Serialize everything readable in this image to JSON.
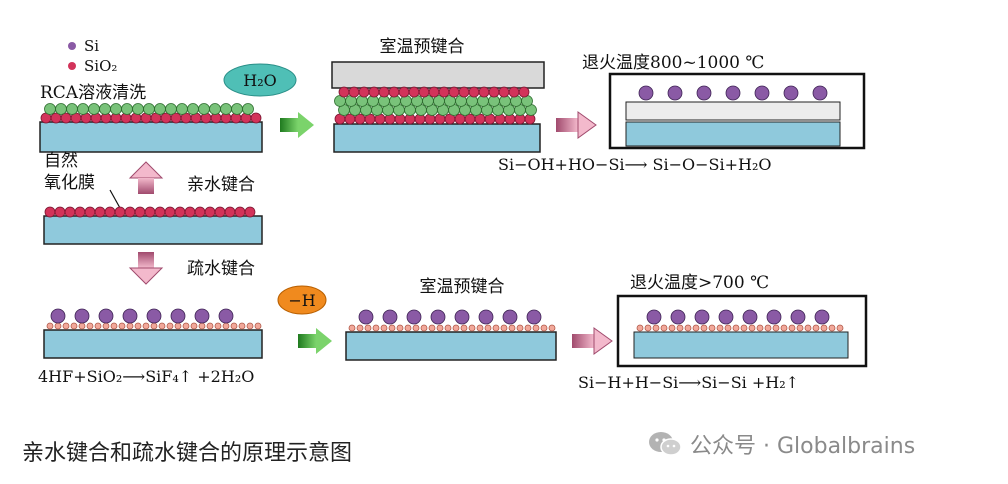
{
  "legend": {
    "si_label": "Si",
    "sio2_label": "SiO₂"
  },
  "left_top": {
    "rca_label": "RCA溶液清洗",
    "h2o_bubble": "H₂O"
  },
  "top_middle": {
    "title": "室温预键合"
  },
  "top_right": {
    "title": "退火温度800~1000 ℃",
    "equation": "Si−OH+HO−Si⟶ Si−O−Si+H₂O"
  },
  "center_left": {
    "oxide_label_1": "自然",
    "oxide_label_2": "氧化膜",
    "hydrophilic": "亲水键合",
    "hydrophobic": "疏水键合"
  },
  "bottom_left": {
    "h_bubble": "−H",
    "equation": "4HF+SiO₂⟶SiF₄↑ +2H₂O"
  },
  "bottom_middle": {
    "title": "室温预键合"
  },
  "bottom_right": {
    "title": "退火温度>700 ℃",
    "equation": "Si−H+H−Si⟶Si−Si +H₂↑"
  },
  "caption": "亲水键合和疏水键合的原理示意图",
  "watermark": "公众号 · Globalbrains",
  "colors": {
    "substrate": "#8fc9dc",
    "si_atom": "#8a5aa5",
    "sio2_atom": "#d2335a",
    "green_atom": "#79c27a",
    "h_atom": "#f2a89a",
    "bubble_teal": "#4fbfb6",
    "bubble_orange": "#f08a1e",
    "arrow_green": "#38a838",
    "arrow_pink": "#c77a9a"
  }
}
